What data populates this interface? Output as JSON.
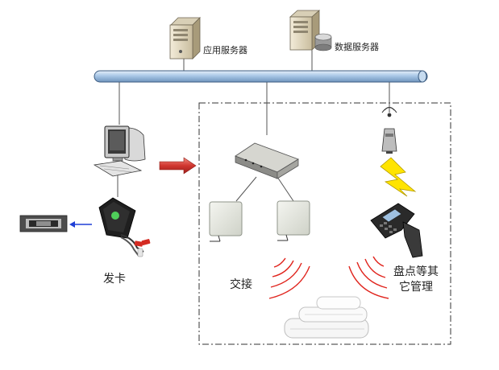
{
  "labels": {
    "app_server": "应用服务器",
    "db_server": "数据服务器",
    "issue_card": "发卡",
    "handover": "交接",
    "inventory_line1": "盘点等其",
    "inventory_line2": "它管理"
  },
  "colors": {
    "network_bus": "#9fc1e2",
    "arrow": "#d0362f",
    "rf_waves": "#e0241d",
    "lightning": "#ffe400"
  },
  "icons": [
    "app-server-icon",
    "db-server-icon",
    "pc-icon",
    "card-reader-icon",
    "rfid-card-icon",
    "rfid-reader-icon",
    "antenna-panel-icon",
    "access-point-icon",
    "lightning-icon",
    "handheld-scanner-icon",
    "towel-stack-icon"
  ]
}
